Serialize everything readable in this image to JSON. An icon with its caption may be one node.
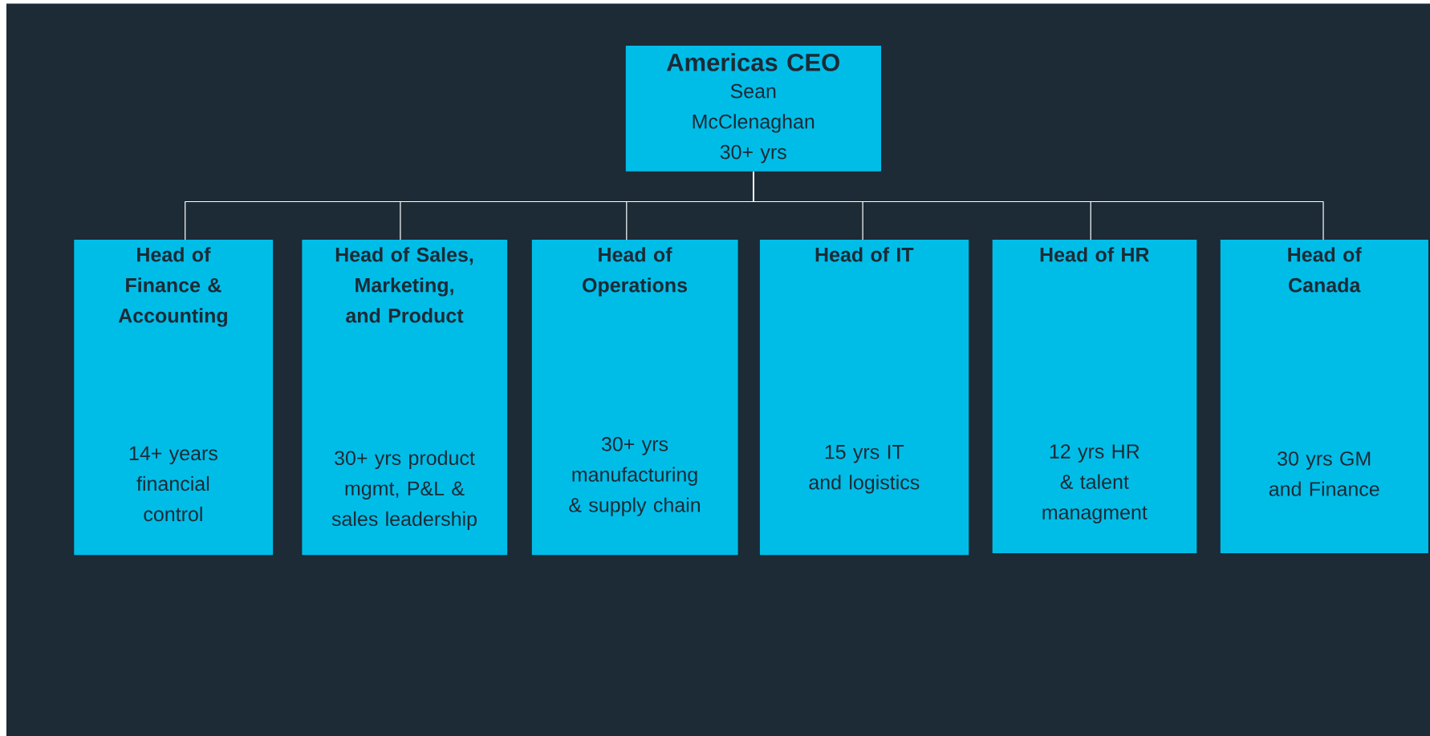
{
  "diagram": {
    "nodes": [
      {
        "text": [
          "Americas CEO",
          "Sean McClenaghan 30+ yrs"
        ]
      },
      {
        "text": [
          "Head of Finance & Accounting",
          "14+ years financial control"
        ]
      },
      {
        "text": [
          "Head of Sales, Marketing, and Product",
          "30+ yrs product mgmt, P&L & sales leadership"
        ]
      },
      {
        "text": [
          "Head of Operations",
          "30+ yrs manufacturing & supply chain"
        ]
      },
      {
        "text": [
          "Head of IT",
          "15 yrs IT and logistics"
        ]
      },
      {
        "text": [
          "Head of HR",
          "12 yrs HR & talent managment"
        ]
      },
      {
        "text": [
          "Head of Canada",
          "30 yrs GM and Finance"
        ]
      }
    ],
    "edges": [
      {
        "from": 0,
        "to": 1,
        "arrow": "none"
      },
      {
        "from": 0,
        "to": 2,
        "arrow": "none"
      },
      {
        "from": 0,
        "to": 3,
        "arrow": "none"
      },
      {
        "from": 0,
        "to": 4,
        "arrow": "none"
      },
      {
        "from": 0,
        "to": 5,
        "arrow": "none"
      },
      {
        "from": 0,
        "to": 6,
        "arrow": "none"
      }
    ]
  }
}
